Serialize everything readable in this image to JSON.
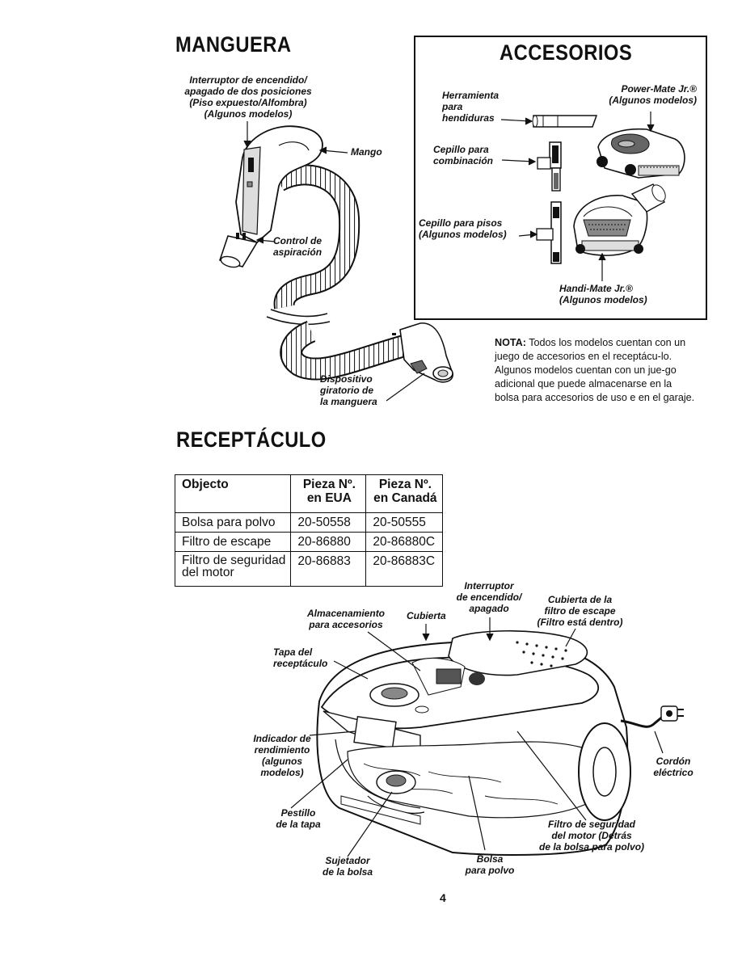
{
  "manguera": {
    "title": "MANGUERA",
    "switch_label": "Interruptor de encendido/\napagado de dos posiciones\n(Piso expuesto/Alfombra)\n(Algunos modelos)",
    "handle_label": "Mango",
    "suction_label": "Control de\naspiración",
    "swivel_label": "Dispositivo\ngiratorio de\nla manguera"
  },
  "accesorios": {
    "title": "ACCESORIOS",
    "crevice_label": "Herramienta\npara\nhendiduras",
    "combo_label": "Cepillo para\ncombinación",
    "floor_label": "Cepillo para pisos\n(Algunos modelos)",
    "powermate_label": "Power-Mate Jr.®\n(Algunos modelos)",
    "handimate_label": "Handi-Mate Jr.®\n(Algunos modelos)"
  },
  "nota": {
    "label": "NOTA:",
    "text": " Todos los modelos cuentan con un juego de accesorios en el receptácu-lo. Algunos modelos cuentan con un jue-go adicional que puede almacenarse en la bolsa para accesorios de uso e en el garaje."
  },
  "receptaculo": {
    "title": "RECEPTÁCULO",
    "table": {
      "headers": [
        "Objecto",
        "Pieza Nº.\nen EUA",
        "Pieza Nº.\nen Canadá"
      ],
      "rows": [
        [
          "Bolsa para polvo",
          "20-50558",
          "20-50555"
        ],
        [
          "Filtro de escape",
          "20-86880",
          "20-86880C"
        ],
        [
          "Filtro de seguridad\ndel motor",
          "20-86883",
          "20-86883C"
        ]
      ]
    },
    "labels": {
      "storage": "Almacenamiento\npara accesorios",
      "cover": "Cubierta",
      "switch": "Interruptor\nde encendido/\napagado",
      "exhaust_cover": "Cubierta de la\nfiltro de escape\n(Filtro está dentro)",
      "lid": "Tapa del\nreceptáculo",
      "indicator": "Indicador de\nrendimiento\n(algunos\nmodelos)",
      "cord": "Cordón\neléctrico",
      "latch": "Pestillo\nde la tapa",
      "motor_filter": "Filtro de seguridad\ndel motor (Detrás\nde la bolsa para polvo)",
      "bag_holder": "Sujetador\nde la bolsa",
      "dust_bag": "Bolsa\npara polvo"
    }
  },
  "page_number": "4"
}
